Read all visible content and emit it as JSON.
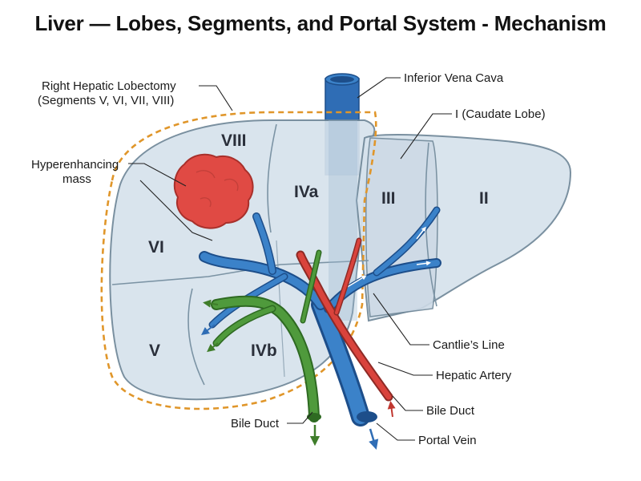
{
  "title": "Liver — Lobes, Segments, and Portal System - Mechanism",
  "segments": {
    "viii": "VIII",
    "iva": "IVa",
    "iii": "III",
    "ii": "II",
    "vi": "VI",
    "v": "V",
    "ivb": "IVb"
  },
  "labels": {
    "lobectomy_line1": "Right Hepatic Lobectomy",
    "lobectomy_line2": "(Segments V, VI, VII, VIII)",
    "mass_line1": "Hyperenhancing",
    "mass_line2": "mass",
    "ivc": "Inferior Vena Cava",
    "caudate": "I (Caudate Lobe)",
    "cantlie": "Cantlie’s Line",
    "hepatic_artery": "Hepatic Artery",
    "bile_duct_right": "Bile Duct",
    "bile_duct_left": "Bile Duct",
    "portal_vein": "Portal Vein"
  },
  "colors": {
    "liver_fill": "#d6e2ec",
    "liver_stroke": "#6f8798",
    "vein_blue": "#2f6db5",
    "artery_red": "#d9433c",
    "bile_green": "#4f9a3c",
    "dashed_outline": "#e0962a",
    "mass_red": "#e04a44"
  }
}
